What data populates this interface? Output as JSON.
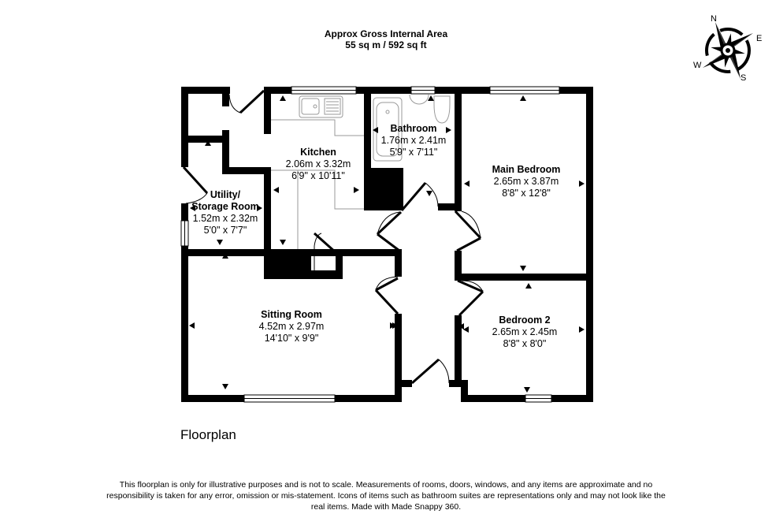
{
  "header": {
    "area_title": "Approx Gross Internal Area",
    "area_value": "55 sq m / 592 sq ft"
  },
  "compass": {
    "icon": "compass-rose-icon",
    "n": "N",
    "e": "E",
    "s": "S",
    "w": "W"
  },
  "rooms": [
    {
      "name": "Kitchen",
      "metric": "2.06m x 3.32m",
      "imperial": "6'9\" x 10'11\""
    },
    {
      "name": "Bathroom",
      "metric": "1.76m x 2.41m",
      "imperial": "5'9\" x 7'11\""
    },
    {
      "name": "Main Bedroom",
      "metric": "2.65m x 3.87m",
      "imperial": "8'8\" x 12'8\""
    },
    {
      "name": "Utility/",
      "name2": "Storage Room",
      "metric": "1.52m x 2.32m",
      "imperial": "5'0\" x 7'7\""
    },
    {
      "name": "Sitting Room",
      "metric": "4.52m x 2.97m",
      "imperial": "14'10\" x 9'9\""
    },
    {
      "name": "Bedroom 2",
      "metric": "2.65m x 2.45m",
      "imperial": "8'8\" x 8'0\""
    }
  ],
  "floor_caption": "Floorplan",
  "disclaimer": "This floorplan is only for illustrative purposes and is not to scale. Measurements of rooms, doors, windows, and any items are approximate and no responsibility is taken for any error, omission or mis-statement. Icons of items such as bathroom suites are representations only and may not look like the real items. Made with Made Snappy 360.",
  "colors": {
    "wall": "#000000",
    "fixture": "#9a9a9a",
    "background": "#ffffff"
  }
}
